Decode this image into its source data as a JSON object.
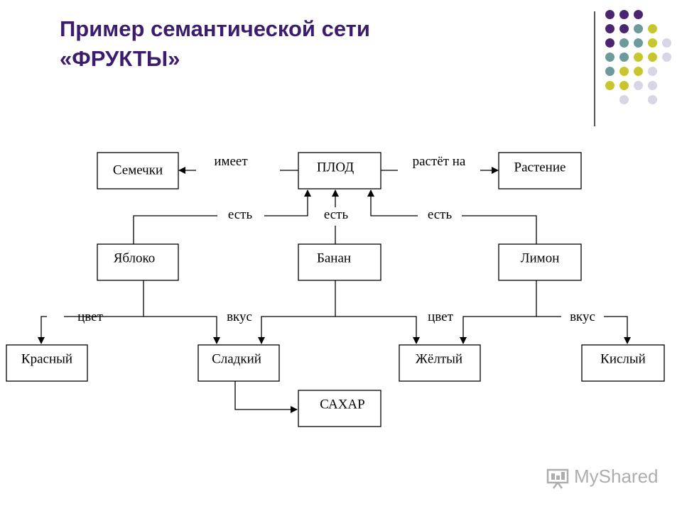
{
  "slide": {
    "title_line1": "Пример семантической сети",
    "title_line2": "«ФРУКТЫ»",
    "title_color": "#3b1d6e"
  },
  "decoration": {
    "dot_colors": {
      "purple": "#4a2670",
      "teal": "#6e9a9c",
      "yellow": "#c7c62e",
      "lavender": "#d7d5e6"
    },
    "dot_rows": [
      [
        "purple",
        "purple",
        "purple",
        null
      ],
      [
        "purple",
        "purple",
        "teal",
        "yellow"
      ],
      [
        "purple",
        "teal",
        "teal",
        "yellow",
        "lavender"
      ],
      [
        "teal",
        "teal",
        "yellow",
        "yellow",
        "lavender"
      ],
      [
        "teal",
        "yellow",
        "yellow",
        "lavender"
      ],
      [
        "yellow",
        "yellow",
        "lavender",
        "lavender"
      ],
      [
        null,
        "lavender",
        null,
        "lavender"
      ]
    ]
  },
  "diagram": {
    "nodes": {
      "seeds": "Семечки",
      "fruit": "ПЛОД",
      "plant": "Растение",
      "apple": "Яблоко",
      "banana": "Банан",
      "lemon": "Лимон",
      "red": "Красный",
      "sweet": "Сладкий",
      "yellow": "Жёлтый",
      "sour": "Кислый",
      "sugar": "САХАР"
    },
    "edge_labels": {
      "has": "имеет",
      "grows_on": "растёт на",
      "is_apple": "есть",
      "is_banana": "есть",
      "is_lemon": "есть",
      "color_apple": "цвет",
      "taste_left": "вкус",
      "color_lemon": "цвет",
      "taste_right": "вкус"
    }
  },
  "watermark": {
    "text": "MyShared"
  }
}
